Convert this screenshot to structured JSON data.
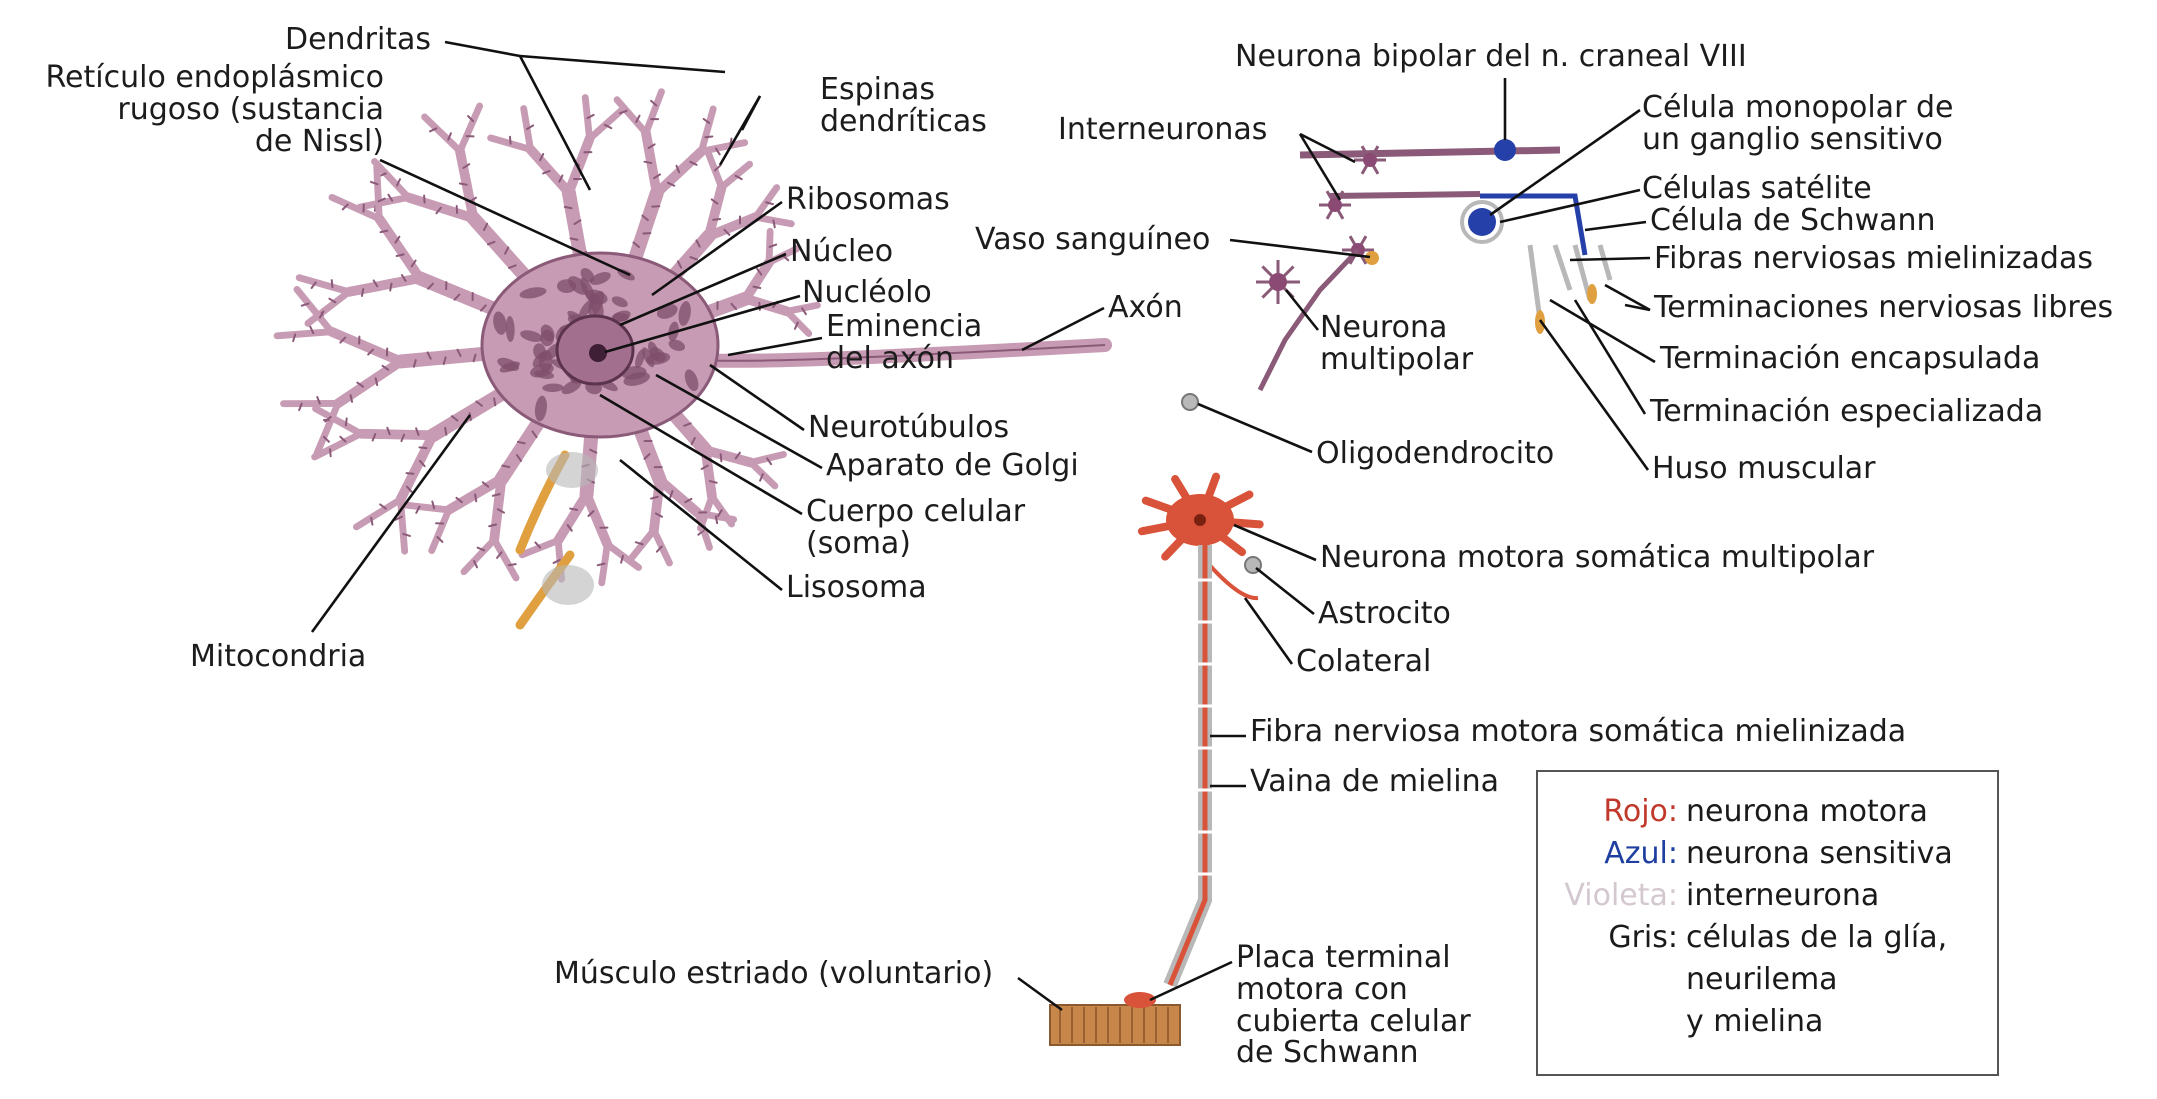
{
  "colors": {
    "neuron_violet": "#c79bb3",
    "neuron_violet_dark": "#8a5a78",
    "motor_red": "#d9533a",
    "sensory_blue": "#2540a8",
    "glia_gray": "#b8b8b8",
    "myelin_orange": "#e0a040",
    "muscle_tan": "#c8874a"
  },
  "labels": {
    "dendritas": "Dendritas",
    "reticulo": [
      "Retículo endoplásmico",
      "rugoso (sustancia",
      "de Nissl)"
    ],
    "espinas": [
      "Espinas",
      "dendríticas"
    ],
    "ribosomas": "Ribosomas",
    "nucleo": "Núcleo",
    "nucleolo": "Nucléolo",
    "eminencia": [
      "Eminencia",
      "del axón"
    ],
    "axon": "Axón",
    "neurotubulos": "Neurotúbulos",
    "golgi": "Aparato de Golgi",
    "cuerpo": [
      "Cuerpo celular",
      "(soma)"
    ],
    "lisosoma": "Lisosoma",
    "mitocondria": "Mitocondria",
    "bipolar": "Neurona bipolar del n. craneal VIII",
    "interneuronas": "Interneuronas",
    "monopolar": [
      "Célula monopolar de",
      "un ganglio sensitivo"
    ],
    "satelite": "Células satélite",
    "schwann_cell": "Célula de Schwann",
    "fibras_mielinizadas": "Fibras nerviosas mielinizadas",
    "terminaciones_libres": "Terminaciones nerviosas libres",
    "vaso": "Vaso sanguíneo",
    "multipolar": [
      "Neurona",
      "multipolar"
    ],
    "encapsulada": "Terminación encapsulada",
    "especializada": "Terminación especializada",
    "oligodendrocito": "Oligodendrocito",
    "huso": "Huso muscular",
    "motora_multipolar": "Neurona motora somática multipolar",
    "astrocito": "Astrocito",
    "colateral": "Colateral",
    "fibra_motora": "Fibra nerviosa motora somática mielinizada",
    "vaina": "Vaina de mielina",
    "musculo": "Músculo estriado (voluntario)",
    "placa": [
      "Placa terminal",
      "motora con",
      "cubierta celular",
      "de Schwann"
    ]
  },
  "legend": [
    {
      "key": "Rojo:",
      "value": "neurona motora",
      "color": "#c0392b"
    },
    {
      "key": "Azul:",
      "value": "neurona sensitiva",
      "color": "#1f3fa0"
    },
    {
      "key": "Violeta:",
      "value": "interneurona",
      "color": "#d4c8d0"
    },
    {
      "key": "Gris:",
      "value": "células de la glía,",
      "color": "#1a1a1a"
    },
    {
      "key": "",
      "value": "neurilema",
      "color": "#1a1a1a"
    },
    {
      "key": "",
      "value": "y mielina",
      "color": "#1a1a1a"
    }
  ]
}
